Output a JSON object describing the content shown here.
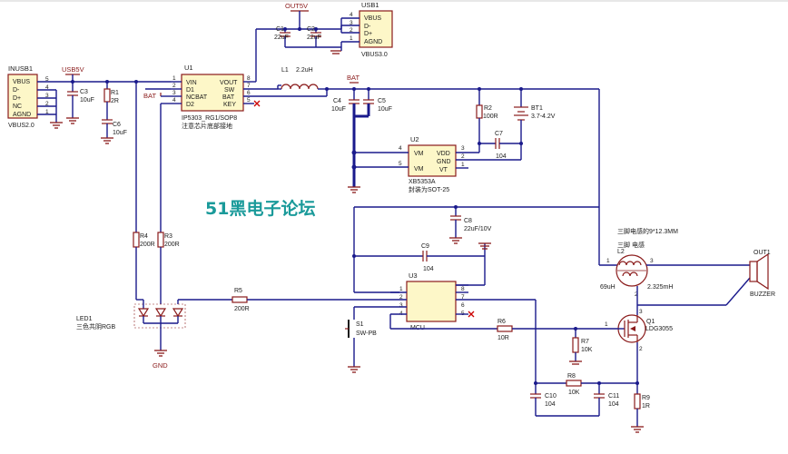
{
  "watermark": "51黑电子论坛",
  "colors": {
    "wire": "#1a1a8c",
    "component": "#8a1a1a",
    "chip_fill": "#fdf7c8",
    "watermark": "#1a9a9a"
  },
  "nets": {
    "usb5v": "USB5V",
    "out5v": "OUT5V",
    "bat": "BAT",
    "bat2": "BAT",
    "gnd": "GND"
  },
  "inusb": {
    "ref": "INUSB1",
    "pins": [
      "VBUS",
      "D-",
      "D+",
      "NC",
      "AGND"
    ],
    "pin_nums": [
      "5",
      "4",
      "3",
      "2",
      "1"
    ],
    "part": "VBUS2.0"
  },
  "usb1": {
    "ref": "USB1",
    "pins": [
      "VBUS",
      "D-",
      "D+",
      "AGND"
    ],
    "pin_nums": [
      "4",
      "3",
      "2",
      "1"
    ],
    "part": "VBUS3.0"
  },
  "u1": {
    "ref": "U1",
    "left_pins": [
      "VIN",
      "D1",
      "NCBAT",
      "D2"
    ],
    "right_pins": [
      "VOUT",
      "SW",
      "BAT",
      "KEY"
    ],
    "lpin_nums": [
      "1",
      "2",
      "3",
      "4"
    ],
    "rpin_nums": [
      "8",
      "7",
      "6",
      "5"
    ],
    "part": "IP5303_RG1/SOP8",
    "note": "注意芯片底部接地"
  },
  "u2": {
    "ref": "U2",
    "left_pins": [
      "VM",
      "VM"
    ],
    "right_pins": [
      "VDD",
      "GND",
      "VT"
    ],
    "lpin_nums": [
      "4",
      "5"
    ],
    "rpin_nums": [
      "3",
      "2",
      "1"
    ],
    "part": "XB5353A",
    "note": "封装为SOT-25"
  },
  "u3": {
    "ref": "U3",
    "part": "MCU",
    "lpin_nums": [
      "1",
      "2",
      "3",
      "4"
    ],
    "rpin_nums": [
      "8",
      "7",
      "6",
      "5"
    ]
  },
  "components": {
    "c1": {
      "ref": "C1",
      "val": "22uF"
    },
    "c2": {
      "ref": "C2",
      "val": "22uF"
    },
    "c3": {
      "ref": "C3",
      "val": "10uF"
    },
    "r1": {
      "ref": "R1",
      "val": "2R"
    },
    "c6": {
      "ref": "C6",
      "val": "10uF"
    },
    "l1": {
      "ref": "L1",
      "val": "2.2uH"
    },
    "c4": {
      "ref": "C4",
      "val": "10uF"
    },
    "c5": {
      "ref": "C5",
      "val": "10uF"
    },
    "r2": {
      "ref": "R2",
      "val": "100R"
    },
    "bt1": {
      "ref": "BT1",
      "val": "3.7-4.2V"
    },
    "c7": {
      "ref": "C7",
      "val": "104"
    },
    "c8": {
      "ref": "C8",
      "val": "22uF/10V"
    },
    "c9": {
      "ref": "C9",
      "val": "104"
    },
    "r4": {
      "ref": "R4",
      "val": "200R"
    },
    "r3": {
      "ref": "R3",
      "val": "200R"
    },
    "r5": {
      "ref": "R5",
      "val": "200R"
    },
    "led1": {
      "ref": "LED1",
      "val": "三色共阴RGB"
    },
    "s1": {
      "ref": "S1",
      "val": "SW-PB"
    },
    "r6": {
      "ref": "R6",
      "val": "10R"
    },
    "r7": {
      "ref": "R7",
      "val": "10K"
    },
    "r8": {
      "ref": "R8",
      "val": "10K"
    },
    "c10": {
      "ref": "C10",
      "val": "104"
    },
    "c11": {
      "ref": "C11",
      "val": "104"
    },
    "r9": {
      "ref": "R9",
      "val": "1R"
    },
    "q1": {
      "ref": "Q1",
      "val": "LDG3055"
    },
    "l2": {
      "ref": "L2",
      "val": "69uH",
      "val2": "2.325mH",
      "note1": "三脚电感的9*12.3MM",
      "note2": "三脚 电感"
    },
    "out1": {
      "ref": "OUT1",
      "val": "BUZZER"
    }
  }
}
